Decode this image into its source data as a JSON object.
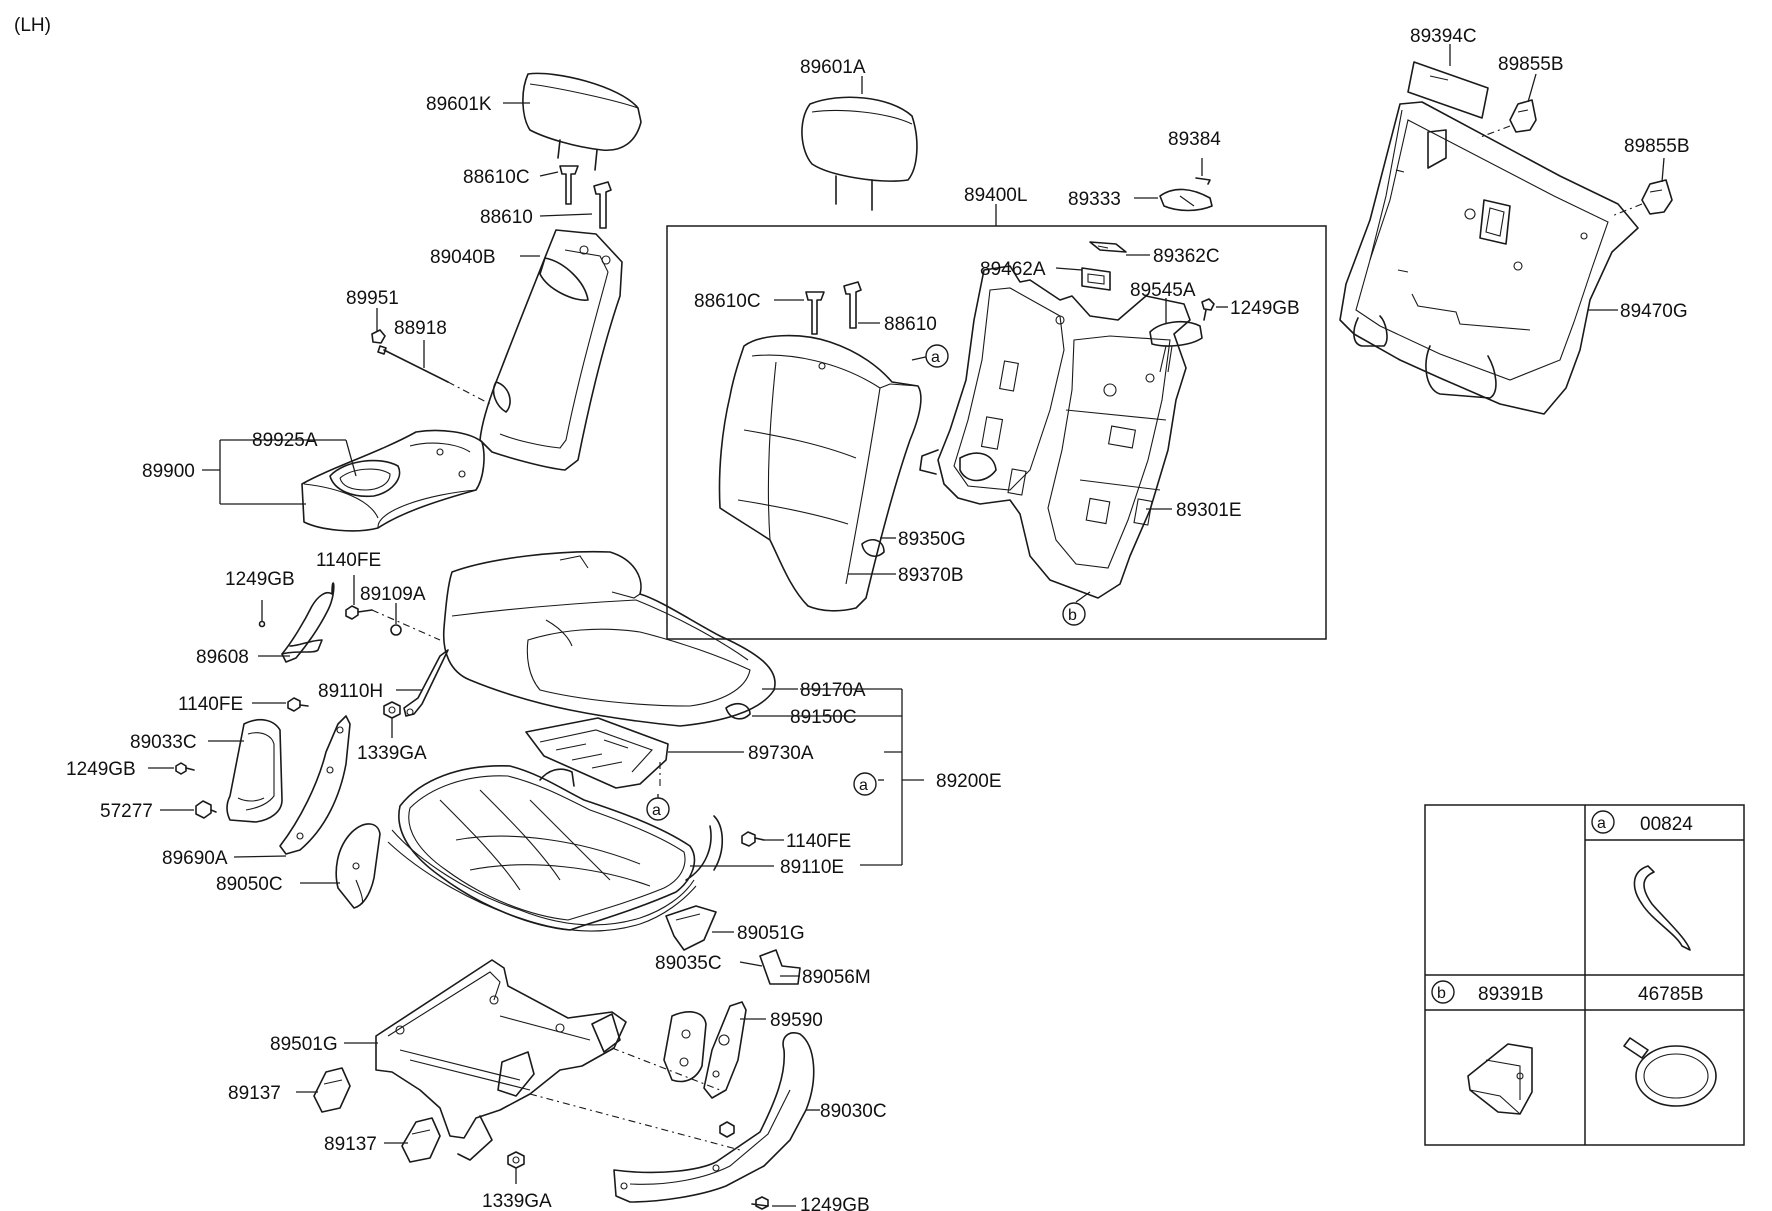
{
  "diagram": {
    "side": "(LH)",
    "labels": {
      "l89601K": "89601K",
      "l88610C_a": "88610C",
      "l88610_a": "88610",
      "l89040B": "89040B",
      "l89951": "89951",
      "l88918": "88918",
      "l89925A": "89925A",
      "l89900": "89900",
      "l1249GB_a": "1249GB",
      "l1140FE_a": "1140FE",
      "l89109A": "89109A",
      "l89608": "89608",
      "l89110H": "89110H",
      "l1140FE_b": "1140FE",
      "l89033C": "89033C",
      "l1249GB_b": "1249GB",
      "l1339GA_a": "1339GA",
      "l57277": "57277",
      "l89690A": "89690A",
      "l89050C": "89050C",
      "l89601A": "89601A",
      "l89400L": "89400L",
      "l88610C_b": "88610C",
      "l88610_b": "88610",
      "l89462A": "89462A",
      "l89362C": "89362C",
      "l89545A": "89545A",
      "l1249GB_c": "1249GB",
      "l89350G": "89350G",
      "l89370B": "89370B",
      "l89301E": "89301E",
      "l89384": "89384",
      "l89333": "89333",
      "l89394C": "89394C",
      "l89855B_a": "89855B",
      "l89855B_b": "89855B",
      "l89470G": "89470G",
      "l89170A": "89170A",
      "l89150C": "89150C",
      "l89730A": "89730A",
      "l89200E": "89200E",
      "l1140FE_c": "1140FE",
      "l89110E": "89110E",
      "l89051G": "89051G",
      "l89035C": "89035C",
      "l89056M": "89056M",
      "l89590": "89590",
      "l89501G": "89501G",
      "l89137_a": "89137",
      "l89137_b": "89137",
      "l89030C": "89030C",
      "l1339GA_b": "1339GA",
      "l1249GB_d": "1249GB"
    },
    "markers": {
      "a1": "a",
      "a2": "a",
      "a3": "a",
      "b1": "b"
    },
    "legend": {
      "a_marker": "a",
      "a_part": "00824",
      "b_marker": "b",
      "b_part": "89391B",
      "extra_part": "46785B"
    }
  }
}
